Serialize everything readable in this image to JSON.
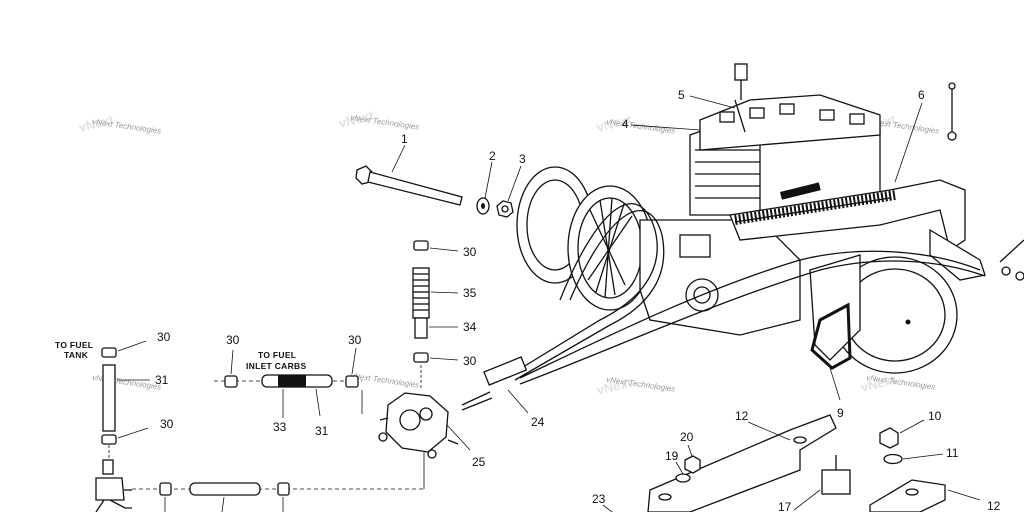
{
  "watermark": "vNext Technologies",
  "notes": {
    "to_fuel_tank_line1": "TO FUEL",
    "to_fuel_tank_line2": "TANK",
    "to_carbs_line1": "TO FUEL",
    "to_carbs_line2": "INLET CARBS"
  },
  "callouts": {
    "c1": "1",
    "c2": "2",
    "c3": "3",
    "c4": "4",
    "c5": "5",
    "c6": "6",
    "c9": "9",
    "c10": "10",
    "c11": "11",
    "c12a": "12",
    "c12b": "12",
    "c17": "17",
    "c19": "19",
    "c20": "20",
    "c23": "23",
    "c24": "24",
    "c25": "25",
    "c30a": "30",
    "c30b": "30",
    "c30c": "30",
    "c30d": "30",
    "c30e": "30",
    "c30f": "30",
    "c31a": "31",
    "c31b": "31",
    "c33": "33",
    "c34": "34",
    "c35": "35"
  }
}
